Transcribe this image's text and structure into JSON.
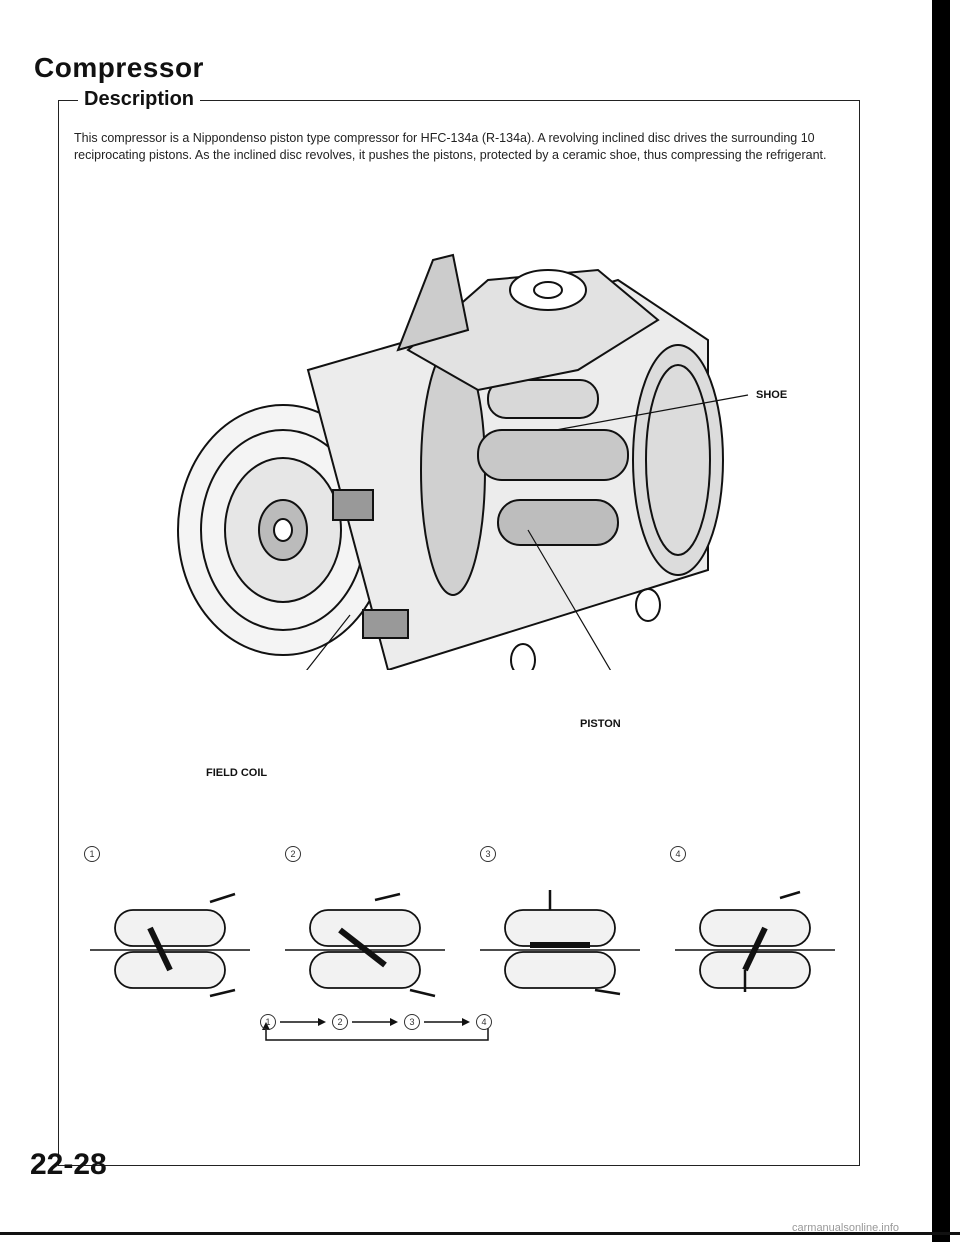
{
  "header": {
    "title": "Compressor",
    "section": "Description"
  },
  "body": {
    "paragraph": "This compressor is a Nippondenso piston type compressor for HFC-134a (R-134a). A revolving inclined disc drives the surrounding 10 reciprocating pistons. As the inclined disc revolves, it pushes the pistons, protected by a ceramic shoe, thus compressing the refrigerant."
  },
  "figure": {
    "labels": {
      "shoe": "SHOE",
      "piston": "PISTON",
      "field_coil": "FIELD COIL"
    }
  },
  "steps": {
    "s1": "1",
    "s2": "2",
    "s3": "3",
    "s4": "4"
  },
  "sequence": [
    "1",
    "2",
    "3",
    "4"
  ],
  "footer": {
    "page_number": "22-28",
    "watermark": "carmanualsonline.info"
  }
}
